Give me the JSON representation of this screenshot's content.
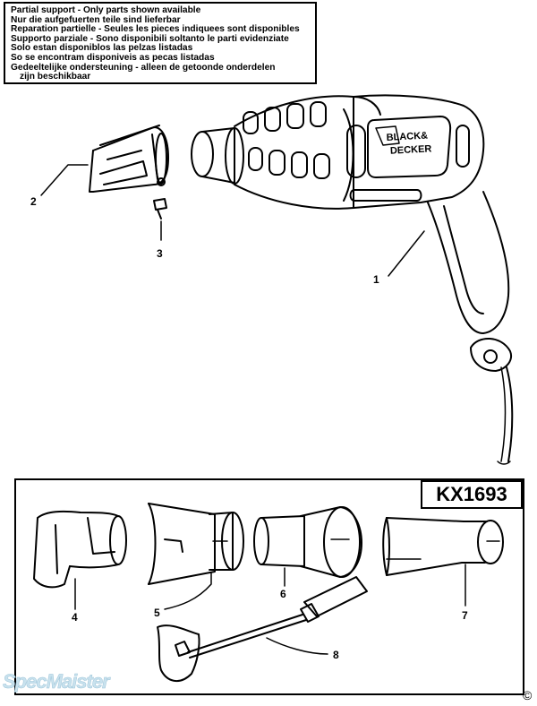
{
  "notice": {
    "lines": [
      "Partial support - Only parts shown available",
      "Nur die aufgefuerten teile sind lieferbar",
      "Reparation partielle - Seules les pieces indiquees sont disponibles",
      "Supporto parziale - Sono disponibili soltanto le parti evidenziate",
      "Solo estan disponiblos las pelzas listadas",
      "So se encontram disponiveis as pecas listadas",
      "Gedeeltelijke ondersteuning - alleen de getoonde onderdelen",
      "zijn beschikbaar"
    ]
  },
  "brand": {
    "line1": "BLACK&",
    "line2": "DECKER"
  },
  "callouts": {
    "c1": "1",
    "c2": "2",
    "c3": "3",
    "c4": "4",
    "c5": "5",
    "c6": "6",
    "c7": "7",
    "c8": "8"
  },
  "kit": {
    "model": "KX1693"
  },
  "watermark": "SpecMaister",
  "copyright": "©"
}
